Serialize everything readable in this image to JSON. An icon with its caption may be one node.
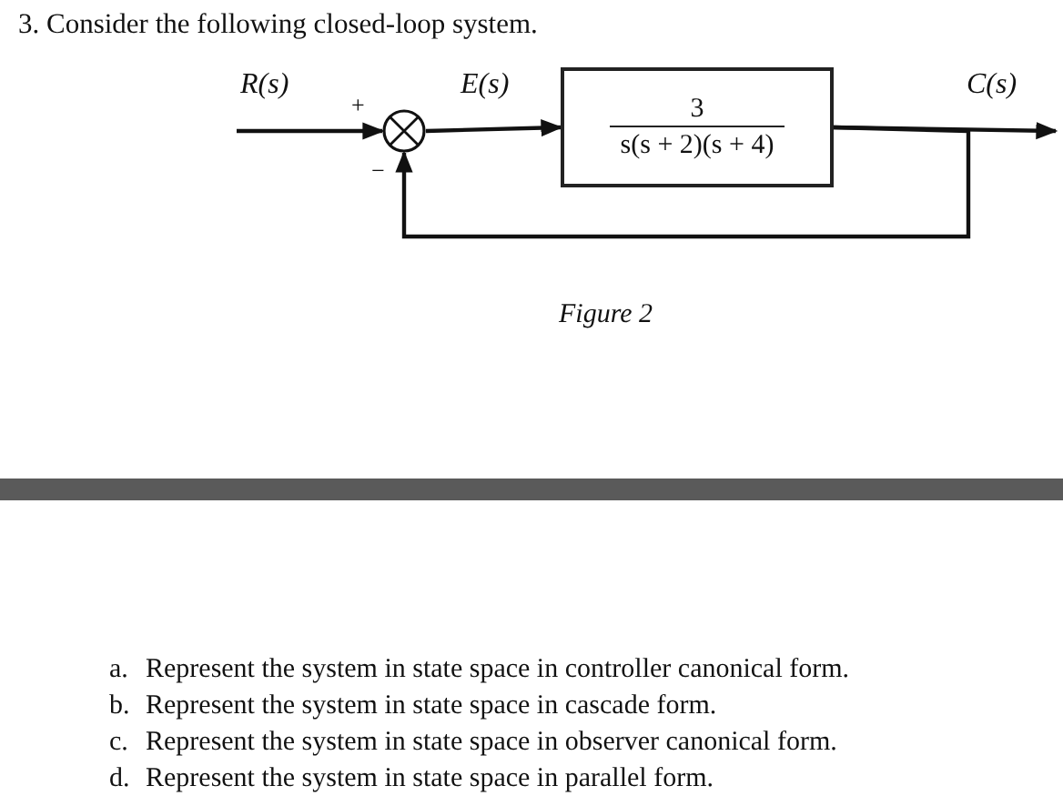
{
  "diagram": {
    "title": "3. Consider the following closed-loop system.",
    "caption": "Figure 2",
    "nodes": [
      {
        "text": [],
        "shape": "circle"
      },
      {
        "text": [
          "3",
          "s(s + 2)(s + 4)"
        ]
      }
    ],
    "edges": [
      {
        "from": null,
        "to": 0,
        "arrow": "to",
        "label": "R(s)"
      },
      {
        "from": 0,
        "to": 1,
        "arrow": "to",
        "label": "E(s)"
      },
      {
        "from": 1,
        "to": null,
        "arrow": "to",
        "label": "C(s)"
      },
      {
        "from": 1,
        "to": 0,
        "arrow": "to"
      }
    ],
    "labels": [
      "+",
      "−",
      "a.",
      "Represent the system in state space in controller canonical form.",
      "b.",
      "Represent the system in state space in cascade form.",
      "c.",
      "Represent the system in state space in observer canonical form.",
      "d.",
      "Represent the system in state space in parallel form."
    ]
  }
}
